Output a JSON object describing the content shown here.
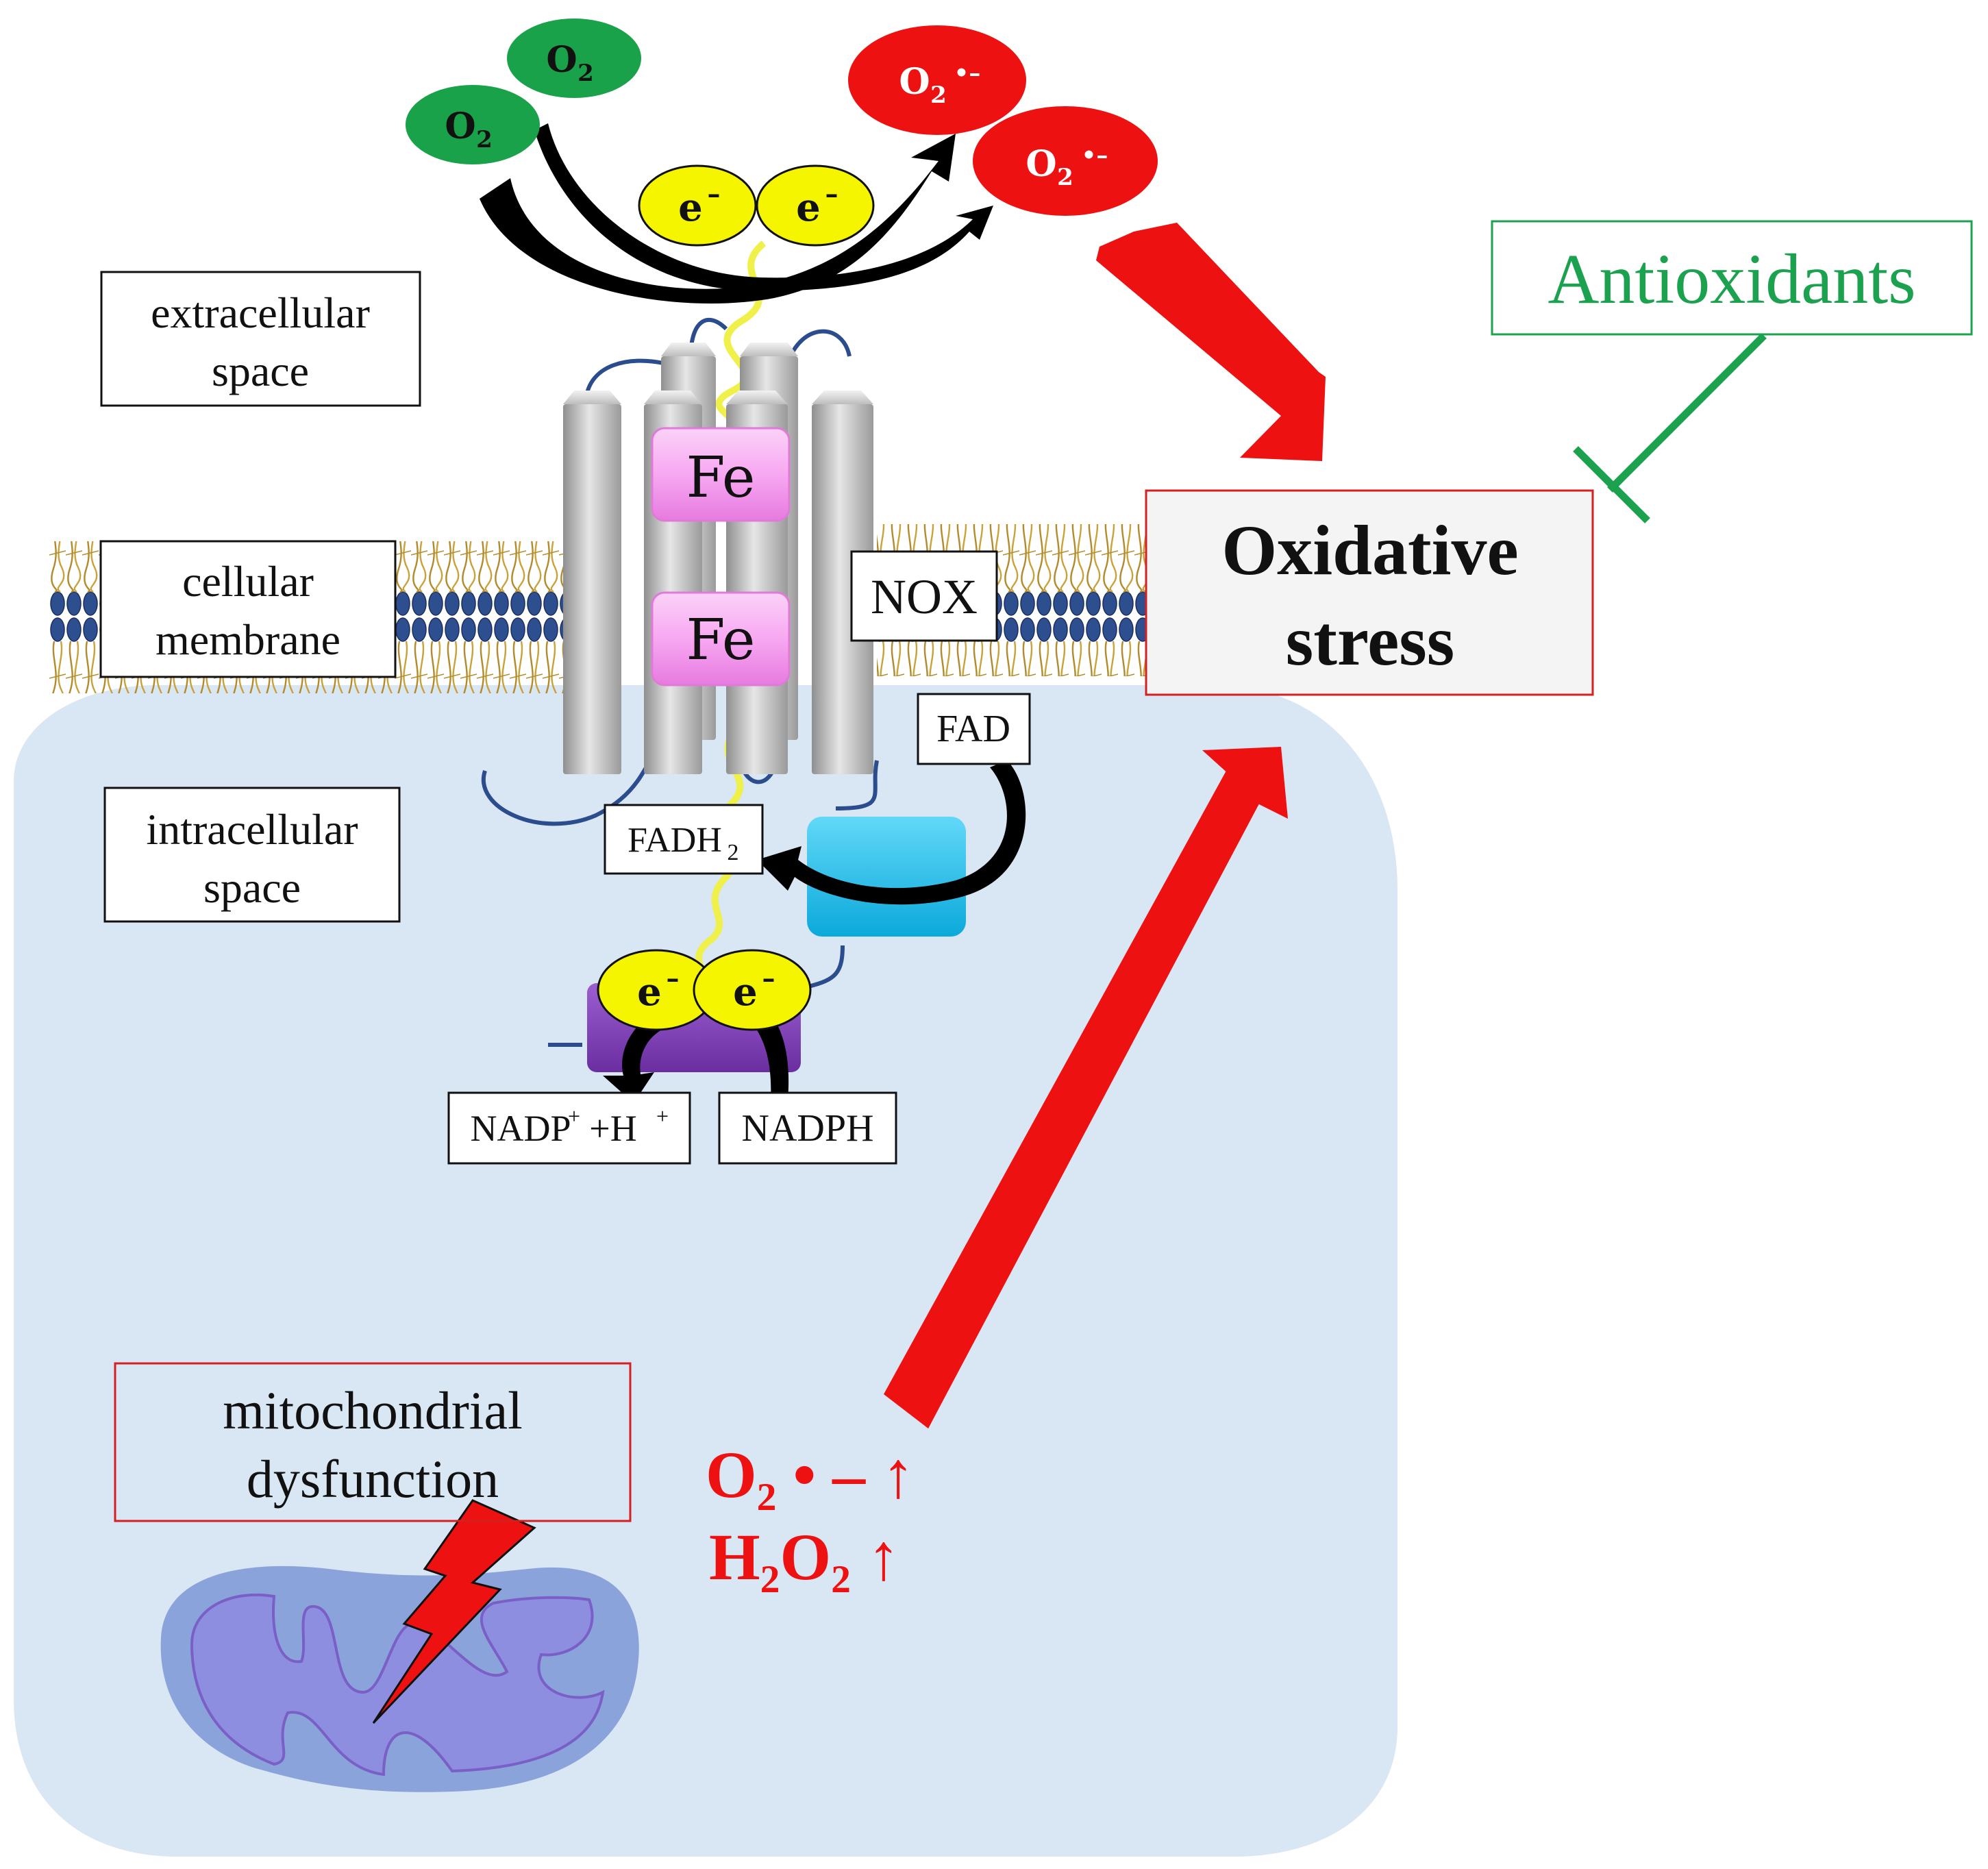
{
  "labels": {
    "extracellular": [
      "extracellular",
      "space"
    ],
    "membrane": [
      "cellular",
      "membrane"
    ],
    "intracellular": [
      "intracellular",
      "space"
    ],
    "nox": "NOX",
    "fad": "FAD",
    "fadh2": "FADH",
    "fadh2_sub": "2",
    "nadp": "NADP",
    "nadp_sup": "+",
    "nadp_h": "+H",
    "nadp_h_sup": "+",
    "nadph": "NADPH",
    "fe": "Fe",
    "o2": "O",
    "o2_sub": "2",
    "o2_radical_mark": "•–",
    "electron": "e",
    "electron_sup": "–",
    "oxidative": [
      "Oxidative",
      "stress"
    ],
    "antioxidants": "Antioxidants",
    "mito": [
      "mitochondrial",
      "dysfunction"
    ],
    "ros_line1": "O₂ • – ↑",
    "ros_line2": "H₂O₂ ↑"
  },
  "colors": {
    "o2_green": "#1aa24a",
    "radical_red": "#ee1111",
    "electron_yellow": "#f5f500",
    "fe_pink": "#f7a8f2",
    "cell_blue": "#d9e6f3",
    "antioxidant_green": "#1ca24f",
    "box_red": "#d42020",
    "flavo_cyan": "#1cc3ef",
    "purple": "#7a3db0"
  },
  "icons": {
    "bolt": "lightning-bolt-icon",
    "mito": "mitochondrion-icon"
  }
}
